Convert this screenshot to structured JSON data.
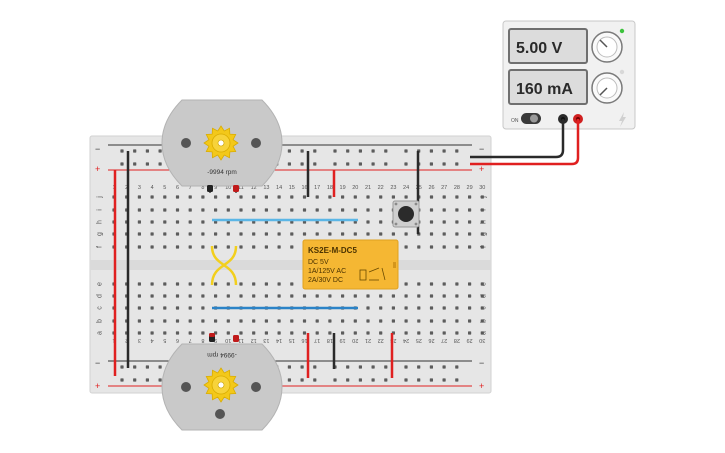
{
  "power_supply": {
    "voltage_display": "5.00 V",
    "current_display": "160 mA",
    "on_label": "ON"
  },
  "breadboard": {
    "column_numbers": [
      "1",
      "2",
      "3",
      "4",
      "5",
      "6",
      "7",
      "8",
      "9",
      "10",
      "11",
      "12",
      "13",
      "14",
      "15",
      "16",
      "17",
      "18",
      "19",
      "20",
      "21",
      "22",
      "23",
      "24",
      "25",
      "26",
      "27",
      "28",
      "29",
      "30"
    ],
    "top_row_letters": [
      "j",
      "i",
      "h",
      "g",
      "f"
    ],
    "bottom_row_letters": [
      "e",
      "d",
      "c",
      "b",
      "a"
    ],
    "rail_minus": "−",
    "rail_plus": "+"
  },
  "motor_top": {
    "rpm_label": "-9994 rpm"
  },
  "motor_bottom": {
    "rpm_label": "-9994 rpm"
  },
  "relay": {
    "model": "KS2E-M-DC5",
    "line1": "DC 5V",
    "line2": "1A/125V AC",
    "line3": "2A/30V  DC"
  },
  "colors": {
    "breadboard": "#e6e6e6",
    "wire_red": "#e02020",
    "wire_black": "#2a2a2a",
    "wire_blue": "#5bb6e6",
    "relay": "#f5b733",
    "motor": "#c9c9c9",
    "gear": "#f3c81a",
    "lcd": "#dcdcdc"
  }
}
